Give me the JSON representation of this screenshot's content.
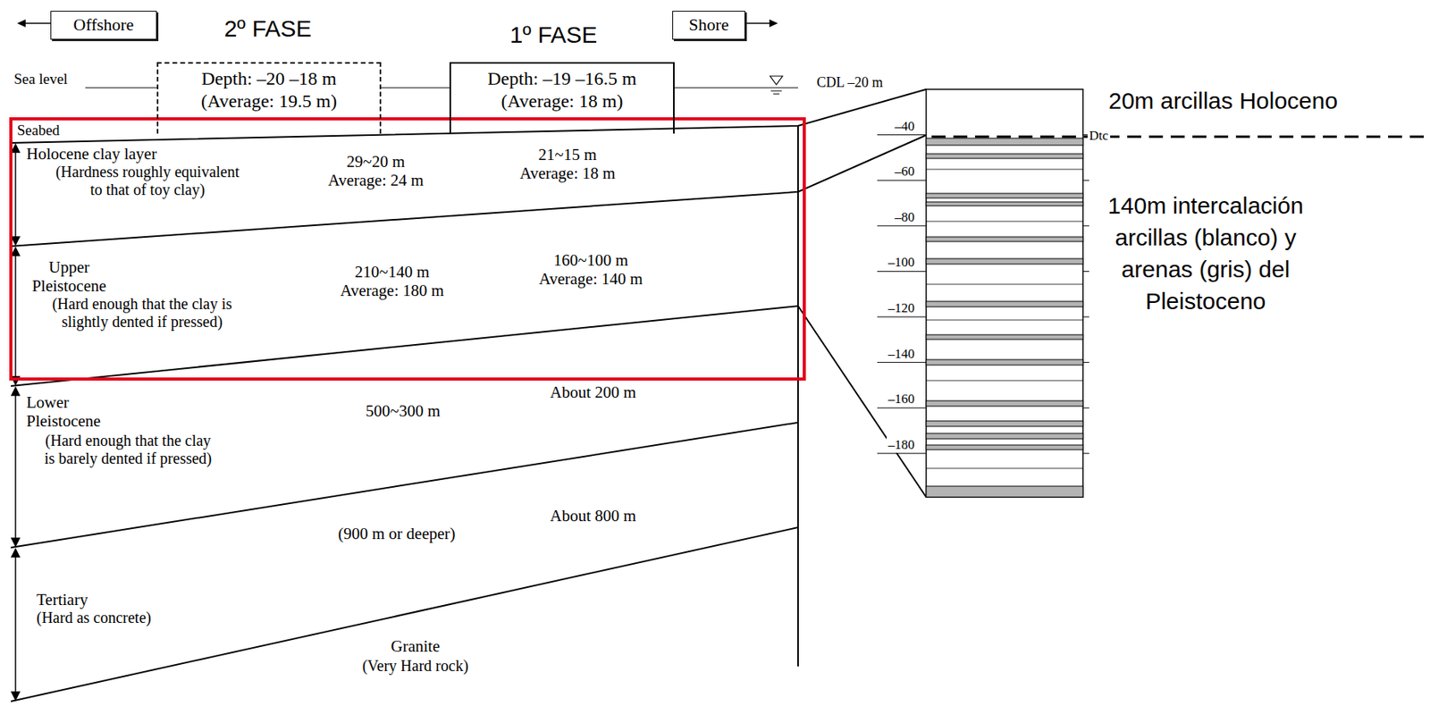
{
  "diagram": {
    "nodes": [
      {
        "text": [
          "Offshore"
        ]
      },
      {
        "text": [
          "Depth: –20 –18 m (Average: 19.5 m)"
        ]
      },
      {
        "text": [
          "Depth: –19 –16.5 m (Average: 18 m)"
        ]
      },
      {
        "text": [
          "Shore"
        ]
      }
    ],
    "labels": [
      "2º FASE",
      "1º FASE",
      "Sea level",
      "Seabed",
      "Holocene clay layer",
      "(Hardness roughly equivalent to that of toy clay)",
      "29~20 m Average: 24 m",
      "21~15 m Average: 18 m",
      "Upper Pleistocene",
      "(Hard enough that the clay is slightly dented if pressed)",
      "210~140 m Average: 180 m",
      "160~100 m Average: 140 m",
      "Lower Pleistocene",
      "(Hard enough that the clay is barely dented if pressed)",
      "500~300 m",
      "About 200 m",
      "About 800 m",
      "(900 m or deeper)",
      "Tertiary",
      "(Hard as concrete)",
      "Granite",
      "(Very Hard rock)",
      "CDL –20 m",
      "–40",
      "–60",
      "–80",
      "–100",
      "–120",
      "–140",
      "–160",
      "–180",
      "Dtc",
      "20m arcillas Holoceno",
      "140m intercalación arcillas (blanco) y arenas (gris) del Pleistoceno"
    ]
  }
}
